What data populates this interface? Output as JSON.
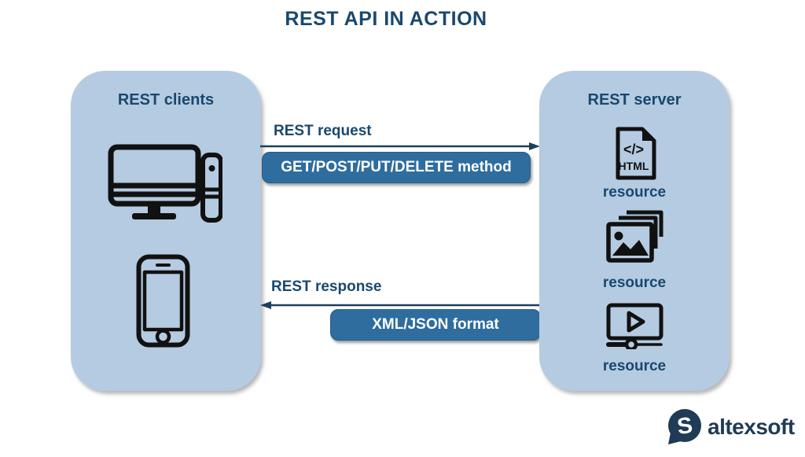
{
  "title": "REST API IN ACTION",
  "clients_panel": {
    "title": "REST clients",
    "icons": [
      "desktop-computer",
      "smartphone"
    ]
  },
  "server_panel": {
    "title": "REST server",
    "resources": [
      {
        "icon": "html-file-icon",
        "label": "resource"
      },
      {
        "icon": "image-gallery-icon",
        "label": "resource"
      },
      {
        "icon": "video-player-icon",
        "label": "resource"
      }
    ]
  },
  "request_flow": {
    "label": "REST request",
    "badge": "GET/POST/PUT/DELETE method",
    "direction": "left-to-right"
  },
  "response_flow": {
    "label": "REST response",
    "badge": "XML/JSON format",
    "direction": "right-to-left"
  },
  "logo": {
    "text": "altexsoft"
  },
  "colors": {
    "panel_fill": "#b5cbe1",
    "badge_fill": "#2e6d9e",
    "navy_text": "#19486f",
    "arrow": "#1e3e5e",
    "icon_black": "#111111",
    "logo_navy": "#1f3b55",
    "background": "#ffffff"
  }
}
